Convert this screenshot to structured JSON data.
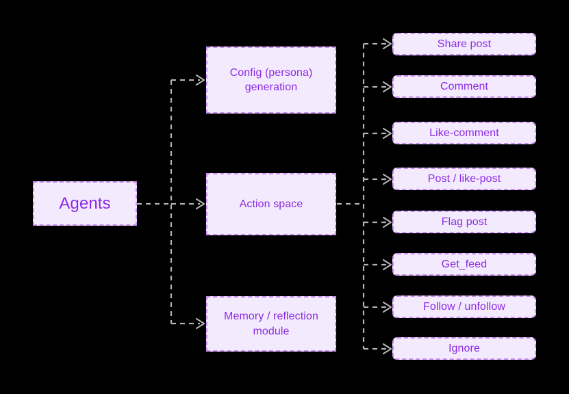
{
  "diagram": {
    "background_color": "#000000",
    "node_fill": "#f4eafe",
    "node_border": "#cb8ef7",
    "node_text_color": "#8b2be2",
    "edge_color": "#b3b3b3",
    "root": {
      "label": "Agents"
    },
    "modules": [
      {
        "label": "Config (persona)\ngeneration",
        "line1": "Config (persona)",
        "line2": "generation"
      },
      {
        "label": "Action space",
        "line1": "Action space",
        "line2": ""
      },
      {
        "label": "Memory / reflection\nmodule",
        "line1": "Memory / reflection",
        "line2": "module"
      }
    ],
    "actions": [
      {
        "label": "Share post"
      },
      {
        "label": "Comment"
      },
      {
        "label": "Like-comment"
      },
      {
        "label": "Post / like-post"
      },
      {
        "label": "Flag post"
      },
      {
        "label": "Get_feed"
      },
      {
        "label": "Follow / unfollow"
      },
      {
        "label": "Ignore"
      }
    ]
  }
}
